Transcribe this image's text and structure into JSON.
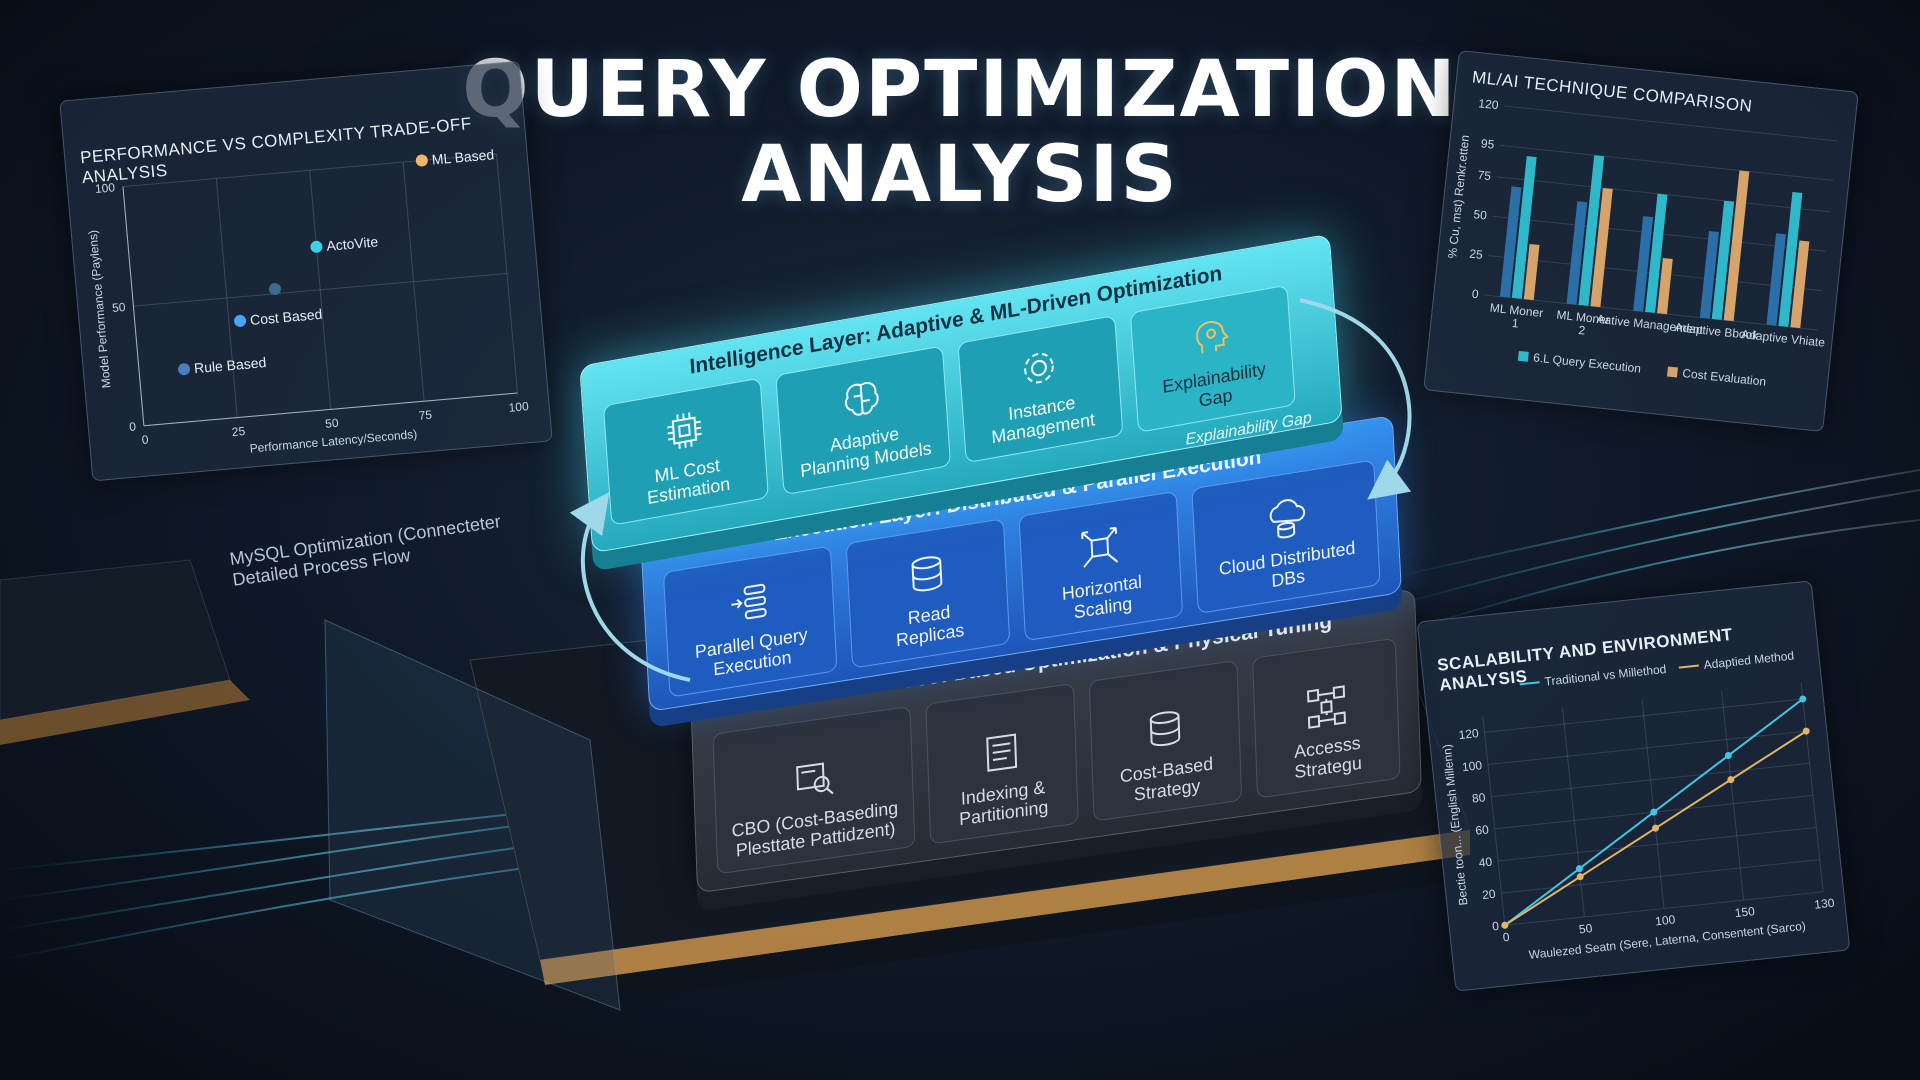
{
  "title_line1": "QUERY OPTIMIZATION",
  "title_line2": "ANALYSIS",
  "side_note": [
    "MySQL Optimization (Connecteter",
    "Detailed Process Flow"
  ],
  "layers": {
    "intelligence": {
      "title": "Intelligence Layer: Adaptive & ML-Driven Optimization",
      "cards": [
        {
          "label": [
            "ML Cost",
            "Estimation"
          ],
          "icon": "chip-icon"
        },
        {
          "label": [
            "Adaptive",
            "Planning Models"
          ],
          "icon": "brain-icon"
        },
        {
          "label": [
            "Instance",
            "Management"
          ],
          "icon": "gear-icon"
        },
        {
          "label": [
            "Explainability",
            "Gap"
          ],
          "icon": "head-icon"
        }
      ],
      "gap_label": "Explainability Gap",
      "colors": {
        "top": "#48d7e6",
        "side": "#1a8fa3",
        "card": "#1f9fb3"
      }
    },
    "execution": {
      "title": "Execution Layer: Distributed & Parallel Execution",
      "cards": [
        {
          "label": [
            "Parallel Query",
            "Execution"
          ],
          "icon": "parallel-icon"
        },
        {
          "label": [
            "Read",
            "Replicas"
          ],
          "icon": "database-icon"
        },
        {
          "label": [
            "Horizontal",
            "Scaling"
          ],
          "icon": "scaling-icon"
        },
        {
          "label": [
            "Cloud Distributed",
            "DBs"
          ],
          "icon": "cloud-db-icon"
        }
      ],
      "colors": {
        "top": "#2f7fe0",
        "side": "#1b4fa8",
        "card": "#1f5cbf"
      }
    },
    "foundation": {
      "title": "Foundation: Cost-Based Optimization & Physical Tuning",
      "cards": [
        {
          "label": [
            "CBO (Cost-Baseding",
            "Plesttate Pattidzent)"
          ],
          "icon": "search-plan-icon"
        },
        {
          "label": [
            "Indexing &",
            "Partitioning"
          ],
          "icon": "index-icon"
        },
        {
          "label": [
            "Cost-Based",
            "Strategy"
          ],
          "icon": "database-icon"
        },
        {
          "label": [
            "Accesss",
            "Strategu"
          ],
          "icon": "network-icon"
        }
      ],
      "colors": {
        "top": "#3b4150",
        "side": "#242a35",
        "card": "#2c323e"
      }
    }
  },
  "panel_left": {
    "title": "PERFORMANCE VS COMPLEXITY TRADE-OFF ANALYSIS",
    "ylabel": "Model Performance (Paylens)",
    "xlabel": "Performance Latency/Seconds)",
    "x_ticks": [
      "0",
      "25",
      "50",
      "75",
      "100"
    ],
    "y_ticks": [
      "0",
      "50",
      "100"
    ]
  },
  "panel_right": {
    "title": "ML/AI TECHNIQUE COMPARISON",
    "ylabel": "% Cu, mst) Renkr.etten",
    "y_ticks": [
      "0",
      "25",
      "50",
      "75",
      "95",
      "120"
    ],
    "legend": [
      "6.L Query Execution",
      "Cost Evaluation"
    ]
  },
  "panel_bottom": {
    "title": "SCALABILITY AND ENVIRONMENT ANALYSIS",
    "legend": [
      "Traditional vs Millethod",
      "Adaptied Method"
    ],
    "ylabel": "Bectie toon... (English Millenn)",
    "xlabel": "Waulezed Seatn (Sere, Laterna, Consentent (Sarco)",
    "x_ticks": [
      "0",
      "50",
      "100",
      "150",
      "130"
    ],
    "y_ticks": [
      "0",
      "20",
      "40",
      "60",
      "80",
      "100",
      "120"
    ]
  },
  "chart_data": [
    {
      "type": "scatter",
      "title": "PERFORMANCE VS COMPLEXITY TRADE-OFF ANALYSIS",
      "xlabel": "Performance Latency/Seconds)",
      "ylabel": "Model Performance (Paylens)",
      "xlim": [
        0,
        100
      ],
      "ylim": [
        0,
        100
      ],
      "points": [
        {
          "label": "Rule Based",
          "x": 12,
          "y": 22,
          "color": "#4a7fc0"
        },
        {
          "label": "Cost Based",
          "x": 28,
          "y": 40,
          "color": "#4aa3ff"
        },
        {
          "label": "",
          "x": 38,
          "y": 52,
          "color": "#3a6e90"
        },
        {
          "label": "ActoVite",
          "x": 50,
          "y": 68,
          "color": "#39d2e6"
        },
        {
          "label": "ML Based",
          "x": 80,
          "y": 100,
          "color": "#f2b66b"
        }
      ]
    },
    {
      "type": "bar",
      "title": "ML/AI TECHNIQUE COMPARISON",
      "categories": [
        "ML Moner 1",
        "ML Moner 2",
        "Aative Management",
        "Adaptive Bbook",
        "Adaptive Vhiate"
      ],
      "ylim": [
        0,
        120
      ],
      "series": [
        {
          "name": "",
          "values": [
            70,
            65,
            60,
            55,
            58
          ],
          "color": "#2b6fa8"
        },
        {
          "name": "6.L Query Execution",
          "values": [
            90,
            95,
            75,
            75,
            85
          ],
          "color": "#2fb8c9"
        },
        {
          "name": "Cost Evaluation",
          "values": [
            35,
            75,
            35,
            95,
            55
          ],
          "color": "#d6a36a"
        }
      ]
    },
    {
      "type": "line",
      "title": "SCALABILITY AND ENVIRONMENT ANALYSIS",
      "x": [
        0,
        50,
        100,
        150,
        200
      ],
      "xlim": [
        0,
        200
      ],
      "ylim": [
        0,
        130
      ],
      "series": [
        {
          "name": "Traditional vs Millethod",
          "values": [
            0,
            30,
            60,
            90,
            120
          ],
          "color": "#3fc6e6"
        },
        {
          "name": "Adaptied Method",
          "values": [
            0,
            25,
            50,
            75,
            100
          ],
          "color": "#e2b464"
        }
      ]
    }
  ]
}
